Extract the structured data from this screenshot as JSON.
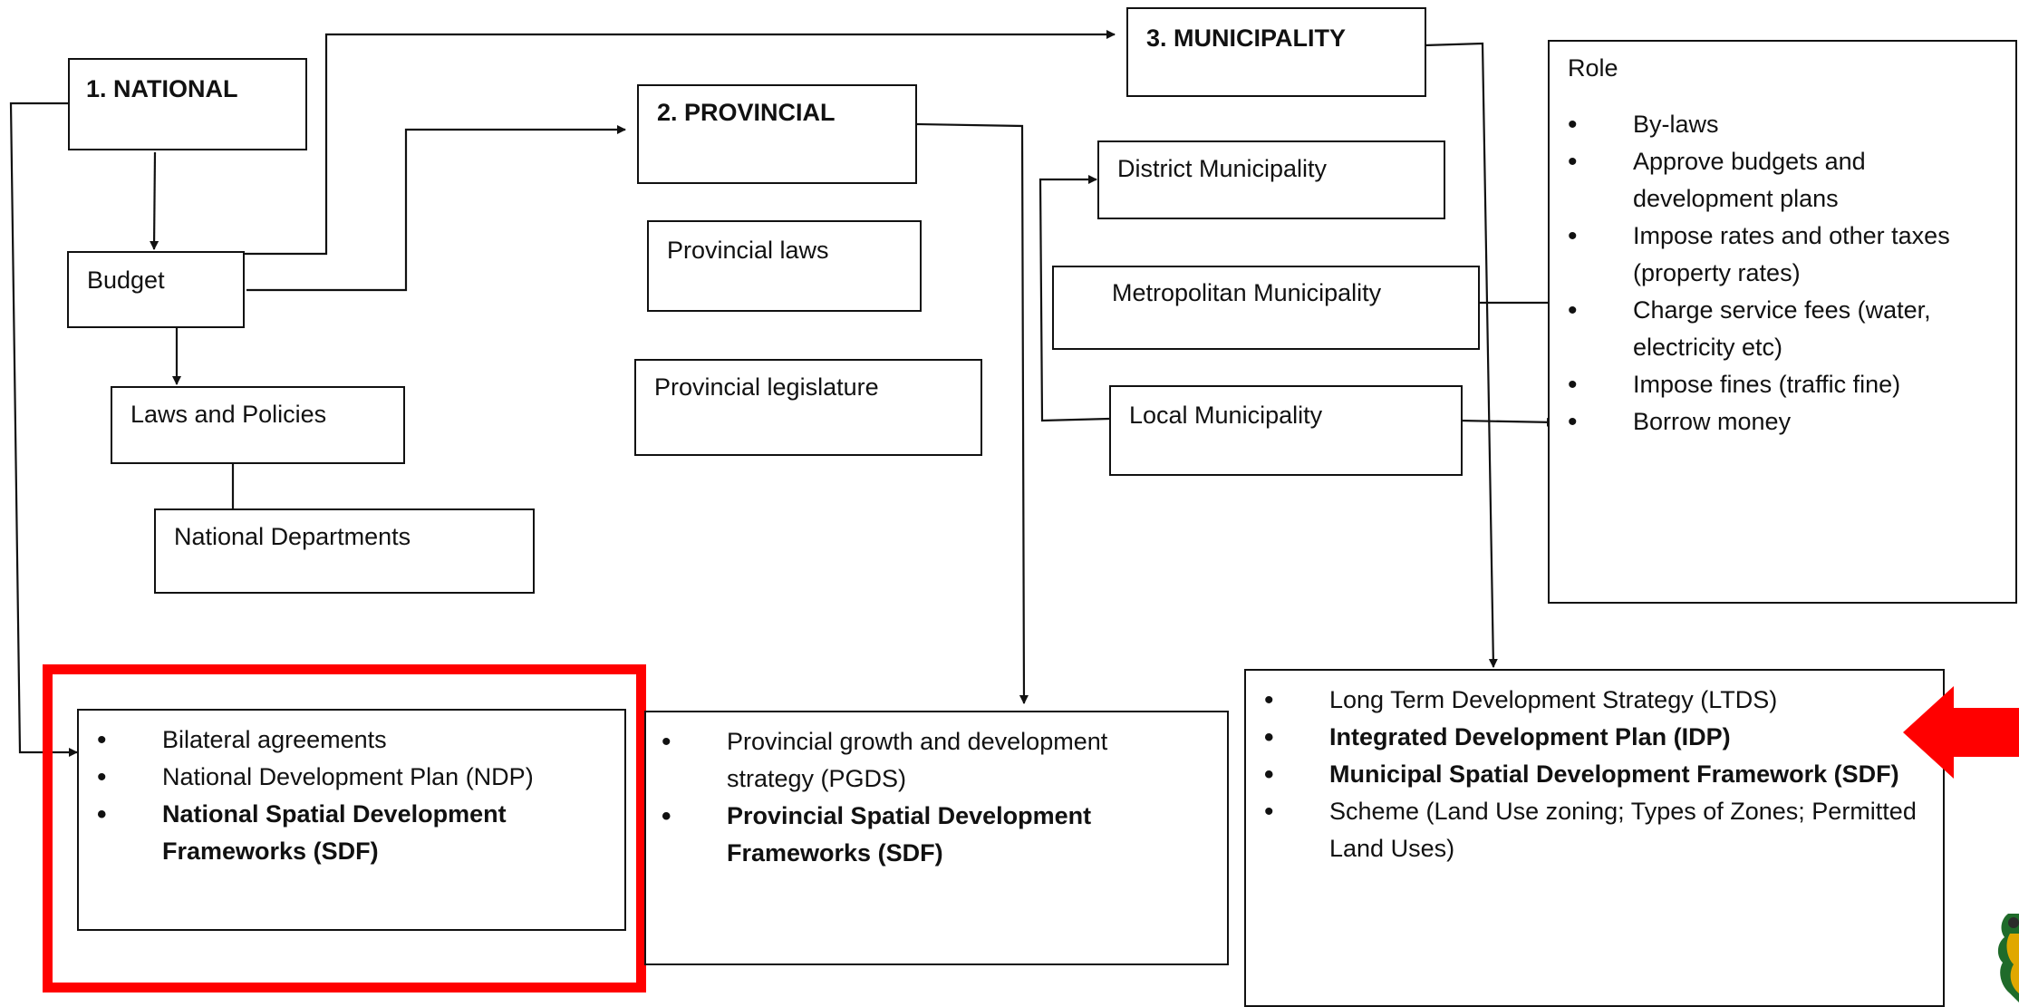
{
  "national": {
    "title": "1. NATIONAL",
    "budget": "Budget",
    "laws_policies": "Laws and Policies",
    "departments": "National Departments",
    "outputs": [
      {
        "text": "Bilateral agreements",
        "bold": false
      },
      {
        "text": "National Development Plan (NDP)",
        "bold": false
      },
      {
        "text": "National Spatial Development Frameworks (SDF)",
        "bold": true
      }
    ]
  },
  "provincial": {
    "title": "2. PROVINCIAL",
    "laws": "Provincial laws",
    "legislature": "Provincial legislature",
    "outputs": [
      {
        "text": "Provincial growth and development strategy (PGDS)",
        "bold": false
      },
      {
        "text": "Provincial Spatial Development Frameworks (SDF)",
        "bold": true
      }
    ]
  },
  "municipality": {
    "title": "3. MUNICIPALITY",
    "district": "District Municipality",
    "metropolitan": "Metropolitan Municipality",
    "local": "Local Municipality",
    "role_title": "Role",
    "roles": [
      "By-laws",
      "Approve budgets and development plans",
      "Impose rates and other taxes (property rates)",
      "Charge service fees (water, electricity etc)",
      "Impose fines (traffic fine)",
      "Borrow money"
    ],
    "outputs": [
      {
        "text": "Long Term Development Strategy (LTDS)",
        "bold": false
      },
      {
        "text": "Integrated Development Plan (IDP)",
        "bold": true
      },
      {
        "text": "Municipal Spatial Development Framework (SDF)",
        "bold": true
      },
      {
        "text": "Scheme (Land Use zoning; Types of Zones; Permitted Land Uses)",
        "bold": false
      }
    ]
  },
  "colors": {
    "highlight": "#ff0000",
    "line": "#111111"
  }
}
